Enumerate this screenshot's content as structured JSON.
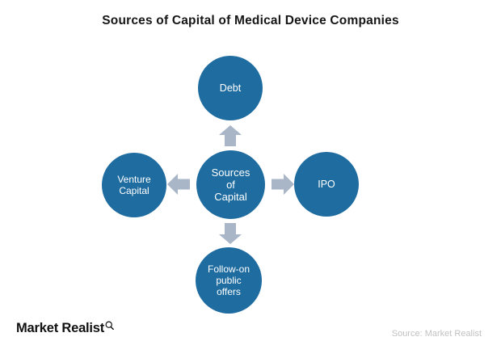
{
  "title": "Sources of Capital of Medical Device Companies",
  "diagram": {
    "type": "hub-and-spoke",
    "center": {
      "id": "sources-of-capital",
      "label": "Sources\nof\nCapital"
    },
    "nodes": [
      {
        "id": "debt",
        "position": "top",
        "label": "Debt",
        "arrow": "up-arrow-icon"
      },
      {
        "id": "ipo",
        "position": "right",
        "label": "IPO",
        "arrow": "right-arrow-icon"
      },
      {
        "id": "follow-on-public-offers",
        "position": "bottom",
        "label": "Follow-on\npublic\noffers",
        "arrow": "down-arrow-icon"
      },
      {
        "id": "venture-capital",
        "position": "left",
        "label": "Venture\nCapital",
        "arrow": "left-arrow-icon"
      }
    ]
  },
  "footer": {
    "logo_text": "Market Realist",
    "logo_mark": "magnifier-icon",
    "source": "Source: Market Realist"
  },
  "colors": {
    "node_fill": "#1F6CA0",
    "node_text": "#FFFFFF",
    "arrow_fill": "#A8B6C8",
    "title_text": "#161616",
    "source_text": "#C2C2C2",
    "background": "#FFFFFF"
  }
}
